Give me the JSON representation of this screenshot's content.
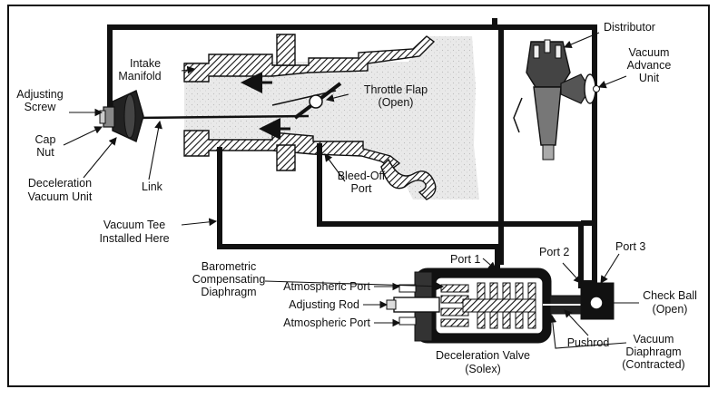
{
  "labels": {
    "distributor": "Distributor",
    "vacuum_advance_1": "Vacuum",
    "vacuum_advance_2": "Advance",
    "vacuum_advance_3": "Unit",
    "intake_1": "Intake",
    "intake_2": "Manifold",
    "throttle_1": "Throttle Flap",
    "throttle_2": "(Open)",
    "adjusting_screw_1": "Adjusting",
    "adjusting_screw_2": "Screw",
    "cap_nut_1": "Cap",
    "cap_nut_2": "Nut",
    "decel_unit_1": "Deceleration",
    "decel_unit_2": "Vacuum Unit",
    "link": "Link",
    "bleed_off_1": "Bleed-Off",
    "bleed_off_2": "Port",
    "vacuum_tee_1": "Vacuum Tee",
    "vacuum_tee_2": "Installed Here",
    "barometric_1": "Barometric",
    "barometric_2": "Compensating",
    "barometric_3": "Diaphragm",
    "port1": "Port 1",
    "port2": "Port 2",
    "port3": "Port 3",
    "atmospheric_port_top": "Atmospheric Port",
    "adjusting_rod": "Adjusting Rod",
    "atmospheric_port_bottom": "Atmospheric Port",
    "check_ball_1": "Check Ball",
    "check_ball_2": "(Open)",
    "pushrod": "Pushrod",
    "vac_diaphragm_1": "Vacuum",
    "vac_diaphragm_2": "Diaphragm",
    "vac_diaphragm_3": "(Contracted)",
    "decel_valve_1": "Deceleration Valve",
    "decel_valve_2": "(Solex)"
  }
}
